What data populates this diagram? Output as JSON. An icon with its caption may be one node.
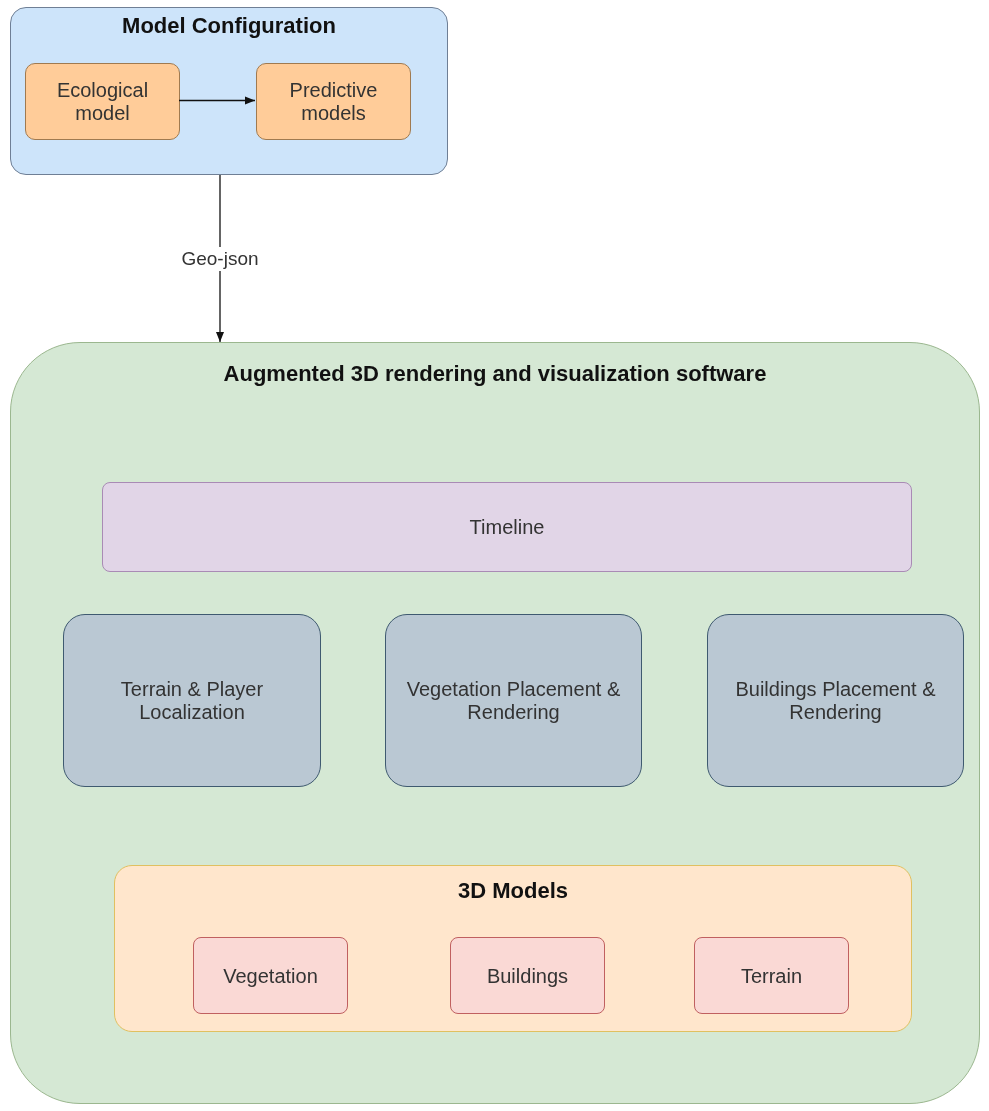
{
  "diagram": {
    "nodes": [
      {
        "text": [
          "Model Configuration"
        ]
      },
      {
        "text": [
          "Ecological model"
        ],
        "in": 0
      },
      {
        "text": [
          "Predictive models"
        ],
        "in": 0
      },
      {
        "text": [
          "Augmented 3D rendering and visualization software"
        ]
      },
      {
        "text": [
          "Timeline"
        ],
        "in": 3
      },
      {
        "text": [
          "Terrain & Player Localization"
        ],
        "in": 3
      },
      {
        "text": [
          "Vegetation Placement & Rendering"
        ],
        "in": 3
      },
      {
        "text": [
          "Buildings Placement & Rendering"
        ],
        "in": 3
      },
      {
        "text": [
          "3D Models"
        ],
        "in": 3
      },
      {
        "text": [
          "Vegetation"
        ],
        "in": 8
      },
      {
        "text": [
          "Buildings"
        ],
        "in": 8
      },
      {
        "text": [
          "Terrain"
        ],
        "in": 8
      }
    ],
    "edges": [
      {
        "from": 1,
        "to": 2,
        "arrow": "to"
      },
      {
        "from": 0,
        "to": 3,
        "arrow": "to",
        "label": "Geo-json"
      }
    ]
  }
}
